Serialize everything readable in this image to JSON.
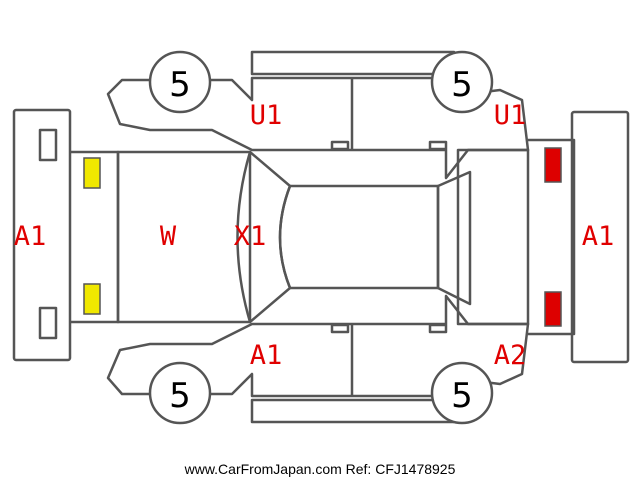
{
  "colors": {
    "outline": "#555555",
    "damage_code": "#e00000",
    "headlight": "#f0e800",
    "taillight": "#dd0000",
    "tire_text": "#000000"
  },
  "tires": {
    "front_left": "5",
    "rear_left": "5",
    "front_right": "5",
    "rear_right": "5"
  },
  "codes": {
    "front_bumper": "A1",
    "hood": "W",
    "windshield": "X1",
    "front_left_fender": "U1",
    "rear_left_quarter": "U1",
    "front_right_fender": "A1",
    "rear_right_quarter": "A2",
    "rear_bumper": "A1"
  },
  "footer": {
    "text": "www.CarFromJapan.com Ref: CFJ1478925"
  }
}
